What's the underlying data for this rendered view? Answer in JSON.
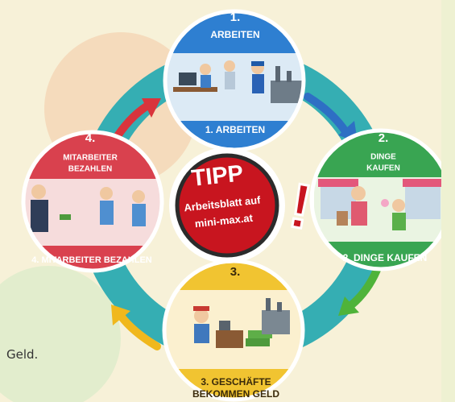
{
  "steps": [
    {
      "number": "1.",
      "title": "ARBEITEN",
      "banner": "1. ARBEITEN",
      "color": "#2e7fd1"
    },
    {
      "number": "2.",
      "title_line1": "DINGE",
      "title_line2": "KAUFEN",
      "banner": "2. DINGE KAUFEN",
      "color": "#39a552"
    },
    {
      "number": "3.",
      "banner_line1": "3. GESCHÄFTE",
      "banner_line2": "BEKOMMEN GELD",
      "color": "#f1c431"
    },
    {
      "number": "4.",
      "title_line1": "MITARBEITER",
      "title_line2": "BEZAHLEN",
      "banner": "4. MITARBEITER BEZAHLEN",
      "color": "#d9414e"
    }
  ],
  "tip": {
    "title": "TIPP",
    "line1": "Arbeitsblatt auf",
    "line2": "mini-max.at",
    "exclamation": "!"
  },
  "side_text": "Geld.",
  "colors": {
    "ring": "#35aeb3",
    "background": "#f7f1d8",
    "tip_red": "#c8151f",
    "arrow_blue": "#2e6fc4",
    "arrow_green": "#4fb33a",
    "arrow_yellow": "#f0b81d",
    "arrow_red": "#d9343c"
  }
}
